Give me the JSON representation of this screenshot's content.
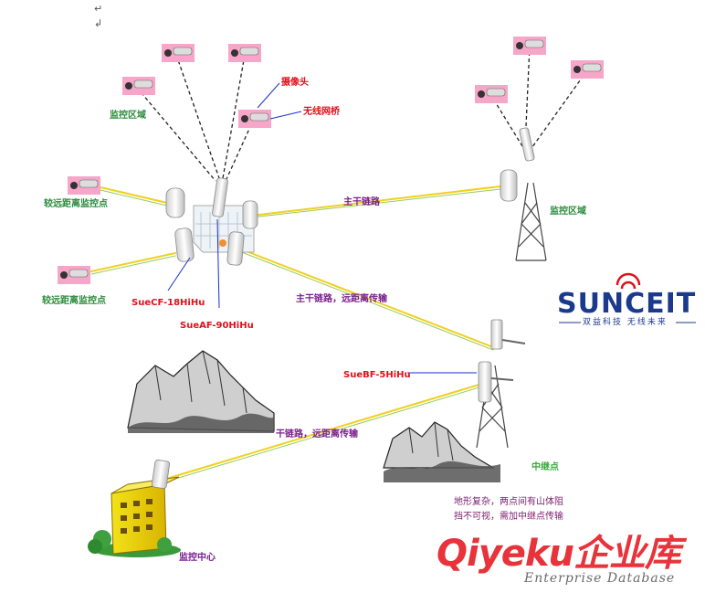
{
  "doc_marks": [
    "↵",
    "↲"
  ],
  "labels": {
    "camera": "摄像头",
    "wireless_bridge": "无线网桥",
    "monitor_area_left": "监控区域",
    "monitor_area_right": "监控区域",
    "far_point_1": "较远距离监控点",
    "far_point_2": "较远距离监控点",
    "trunk_link_1": "主干链路",
    "trunk_link_2": "主干链路，远距离传输",
    "trunk_link_3": "干链路，远距离传输",
    "model_cf": "SueCF-18HiHu",
    "model_af": "SueAF-90HiHu",
    "model_bf": "SueBF-5HiHu",
    "relay_point": "中继点",
    "monitor_center": "监控中心",
    "terrain_note": "地形复杂，两点间有山体阻挡不可视，需加中继点传输"
  },
  "brand": {
    "name": "SUNCEIT",
    "tagline": "双益科技 无线未来"
  },
  "watermark": {
    "main": "Qiyeku企业库",
    "sub": "Enterprise Database"
  },
  "colors": {
    "red_label": "#e0101a",
    "green_label": "#2a8a3a",
    "purple_label": "#7a1f8e",
    "pointer_blue": "#1a2ecc",
    "link_yellow": "#f0d020",
    "link_green": "#9ccc50",
    "camera_pink": "#f6a6c8",
    "brand_blue": "#1b3a8e",
    "watermark_red": "#e8333a"
  }
}
